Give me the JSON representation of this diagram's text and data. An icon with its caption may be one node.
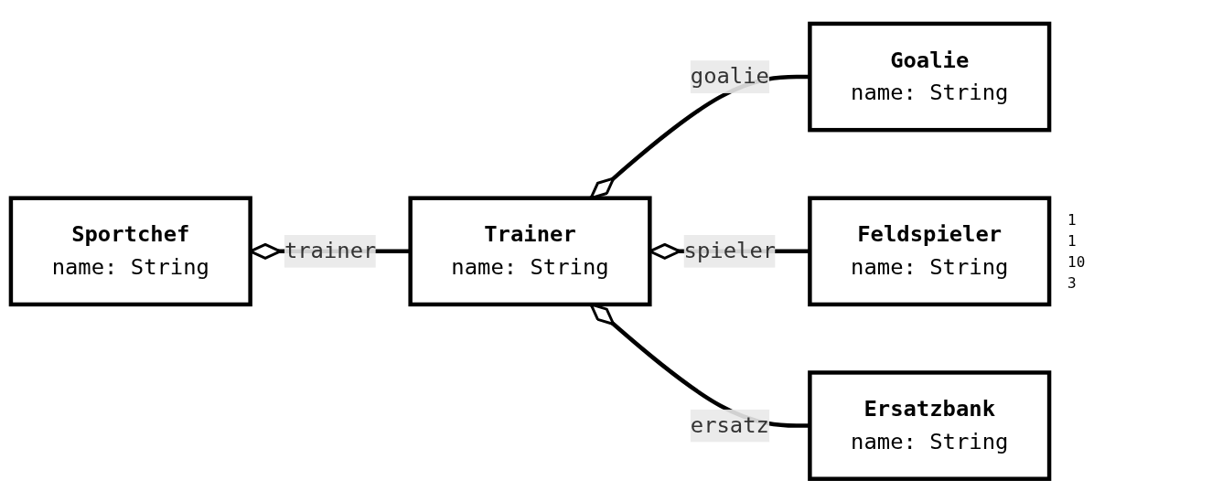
{
  "diagram": {
    "nodes": [
      {
        "text": [
          "Sportchef",
          "name: String"
        ]
      },
      {
        "text": [
          "Trainer",
          "name: String"
        ]
      },
      {
        "text": [
          "Goalie",
          "name: String"
        ]
      },
      {
        "text": [
          "Feldspieler",
          "name: String"
        ]
      },
      {
        "text": [
          "Ersatzbank",
          "name: String"
        ]
      }
    ],
    "edges": [
      {
        "from": 0,
        "to": 1,
        "arrow": "other",
        "label": "trainer"
      },
      {
        "from": 1,
        "to": 2,
        "arrow": "other",
        "label": "goalie"
      },
      {
        "from": 1,
        "to": 3,
        "arrow": "other",
        "label": "spieler"
      },
      {
        "from": 1,
        "to": 4,
        "arrow": "other",
        "label": "ersatz"
      }
    ],
    "labels": [
      "1",
      "1",
      "10",
      "3"
    ]
  }
}
